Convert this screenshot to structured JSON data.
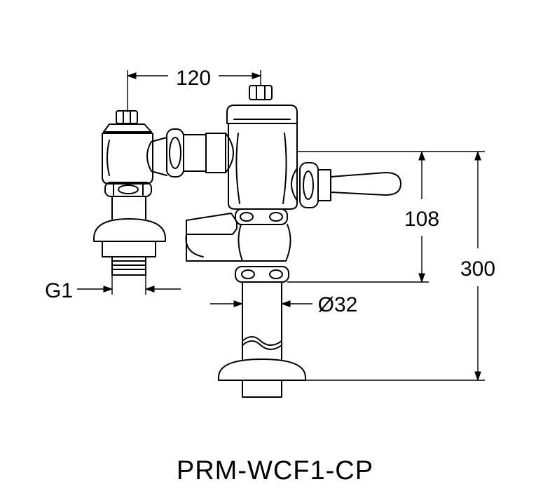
{
  "dimensions": {
    "width_top": "120",
    "height_mid": "108",
    "height_total": "300",
    "thread": "G1",
    "pipe_diameter": "Ø32"
  },
  "model_code": "PRM-WCF1-CP",
  "colors": {
    "line": "#000000",
    "background": "#ffffff"
  }
}
